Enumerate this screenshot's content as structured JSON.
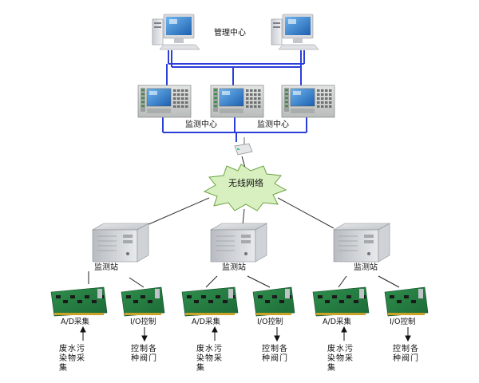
{
  "labels": {
    "management_center": "管理中心",
    "monitoring_center_1": "监测中心",
    "monitoring_center_2": "监测中心",
    "wireless_network": "无线网络",
    "station_1": "监测站",
    "station_2": "监测站",
    "station_3": "监测站",
    "ad_1": "A/D采集",
    "io_1": "I/O控制",
    "ad_2": "A/D采集",
    "io_2": "I/O控制",
    "ad_3": "A/D采集",
    "io_3": "I/O控制",
    "pollutant_1": "废水污染物采集",
    "valves_1": "控制各种阀门",
    "pollutant_2": "废水污染物采集",
    "valves_2": "控制各种阀门",
    "pollutant_3": "废水污染物采集",
    "valves_3": "控制各种阀门"
  },
  "colors": {
    "network_line": "#2b3fd8",
    "wireless_fill": "#d8f0c0",
    "wireless_stroke": "#6aa040"
  }
}
